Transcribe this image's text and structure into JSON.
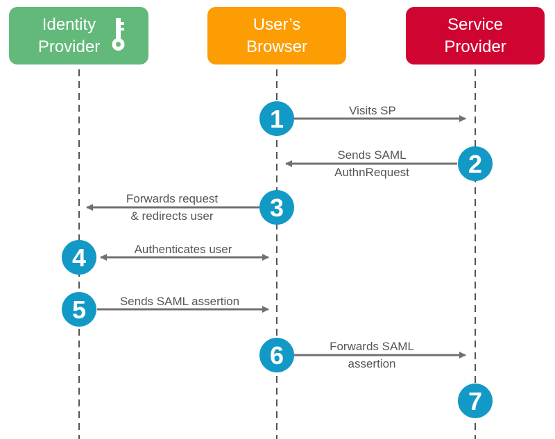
{
  "actors": {
    "identity_provider": "Identity\nProvider",
    "users_browser": "User’s\nBrowser",
    "service_provider": "Service\nProvider"
  },
  "steps": [
    {
      "number": "1",
      "label": "Visits SP"
    },
    {
      "number": "2",
      "label": "Sends SAML\nAuthnRequest"
    },
    {
      "number": "3",
      "label": "Forwards request\n& redirects user"
    },
    {
      "number": "4",
      "label": "Authenticates user"
    },
    {
      "number": "5",
      "label": "Sends SAML assertion"
    },
    {
      "number": "6",
      "label": "Forwards SAML\nassertion"
    },
    {
      "number": "7",
      "label": ""
    }
  ],
  "colors": {
    "identity_provider": "#63b97a",
    "users_browser": "#fc9d04",
    "service_provider": "#cf0431",
    "step_circle": "#1399c6",
    "arrow": "#707070"
  },
  "icons": {
    "identity_provider": "key-icon"
  }
}
